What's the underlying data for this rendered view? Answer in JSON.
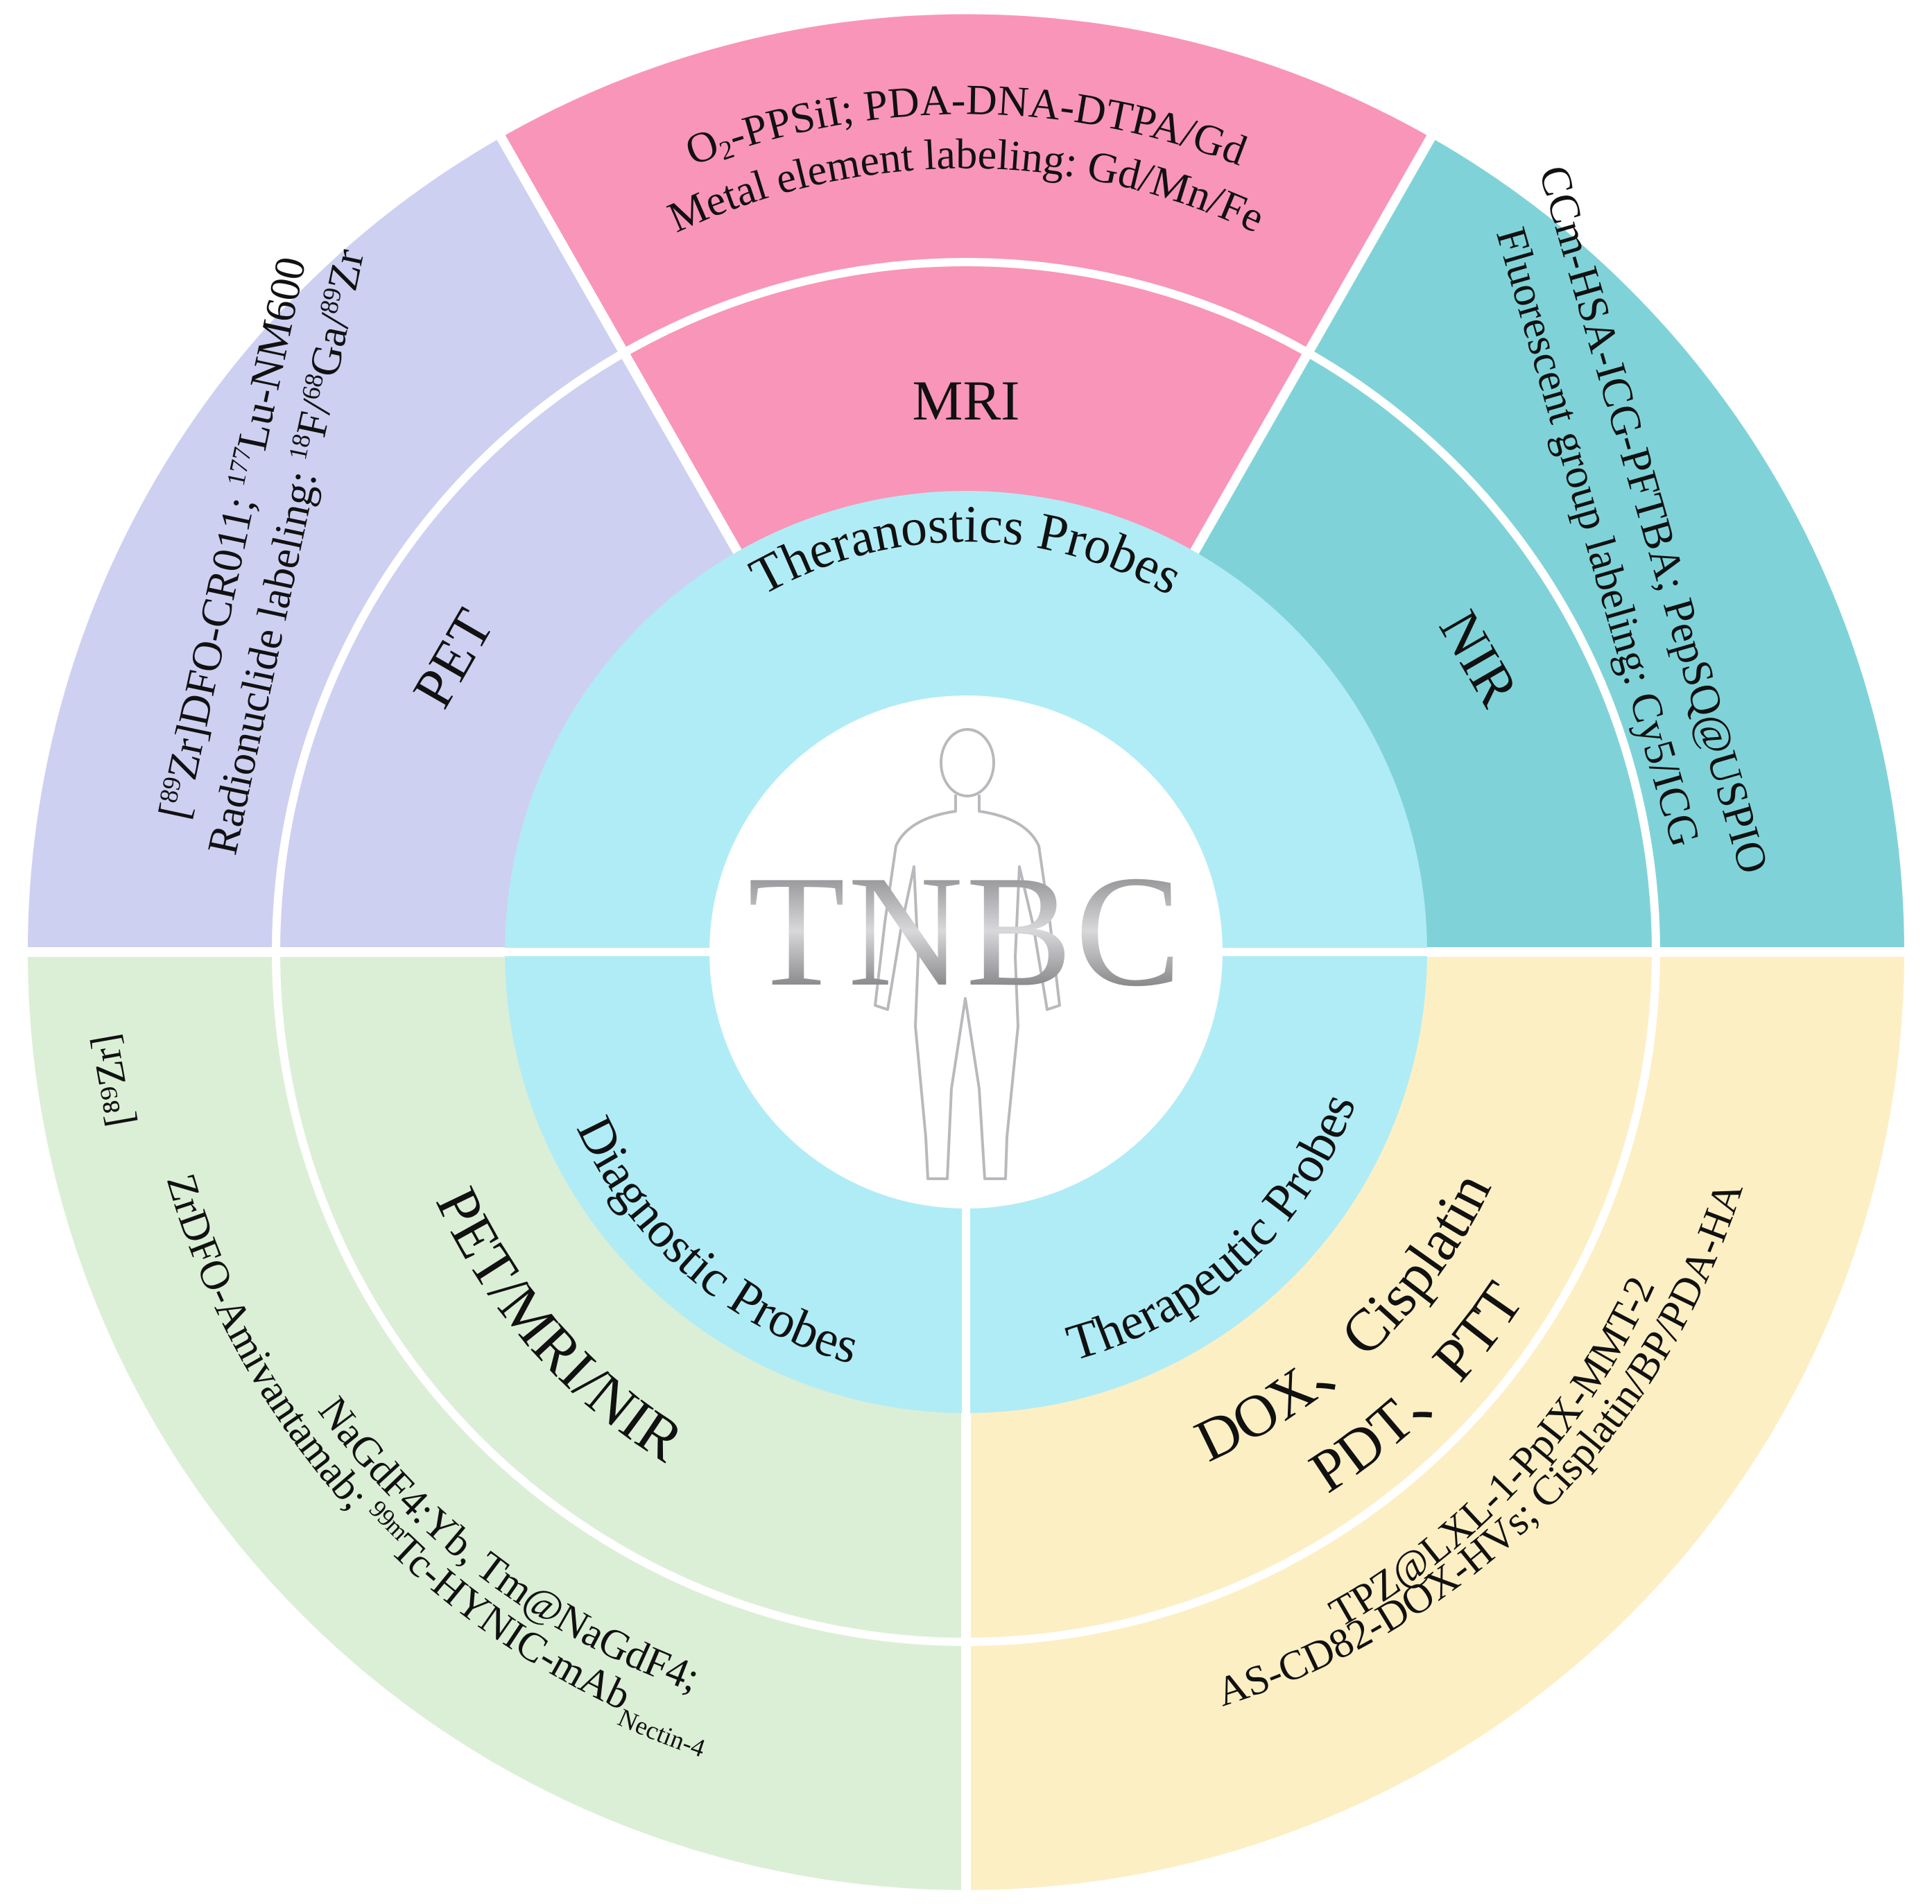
{
  "center": {
    "title": "TNBC",
    "figure_icon": "human-body-outline-icon"
  },
  "colors": {
    "theranostics_outer": "#cdd0f1",
    "theranostics_mri": "#f995b8",
    "theranostics_nir": "#7fd3d8",
    "diagnostic": "#dbefd6",
    "therapeutic": "#fdefc4",
    "inner_ring": "#b0ecf6",
    "center": "#ffffff",
    "divider": "#ffffff"
  },
  "inner_ring": {
    "theranostics": "Theranostics Probes",
    "diagnostic": "Diagnostic Probes",
    "therapeutic": "Therapeutic Probes"
  },
  "middle_ring": {
    "pet": "PET",
    "mri": "MRI",
    "nir": "NIR",
    "pet_mri_nir": "PET/MRI/NIR",
    "therapy_line1": "DOX、Cisplatin",
    "therapy_line2": "PDT、PTT"
  },
  "outer_ring": {
    "mri": {
      "line1_a": "O",
      "line1_sub": "2",
      "line1_b": "-PPSiI; PDA-DNA-DTPA/Gd",
      "line2": "Metal element labeling: Gd/Mn/Fe"
    },
    "pet": {
      "line1_a": "[",
      "line1_sup1": "89",
      "line1_b": "Zr]DFO-CR011; ",
      "line1_sup2": "177",
      "line1_c": "Lu-NM600",
      "line2_a": "Radionuclide labeling: ",
      "line2_sup1": "18",
      "line2_b": "F/",
      "line2_sup2": "68",
      "line2_c": "Ga/",
      "line2_sup3": "89",
      "line2_d": "Zr"
    },
    "nir": {
      "line1": "CCm-HSA-ICG-PFTBA; PepSQ@USPIO",
      "line2": "Fluorescent group labeling: Cy5/ICG"
    },
    "diagnostic": {
      "line1": "[⁸⁹Zr]",
      "line2": "NaGdF4:Yb, Tm@NaGdF4;",
      "line3_a": "ZrDFO-Amivantamab; ",
      "line3_sup": "99m",
      "line3_b": "Tc-HYNIC-mAb",
      "line3_sub": "Nectin-4"
    },
    "therapeutic": {
      "line1": "AS-CD82-DOX-HVs; Cisplatin/BP/PDA-HA",
      "line2": "TPZ@LXL-1-PpIX-MMT-2"
    }
  }
}
